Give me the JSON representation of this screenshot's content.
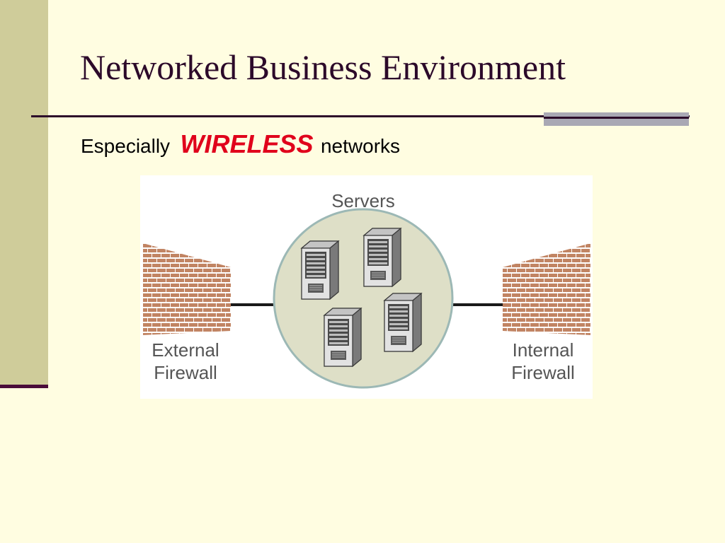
{
  "slide": {
    "title": "Networked Business Environment",
    "subtitle": {
      "lead": "Especially",
      "emphasis": "WIRELESS",
      "tail": "networks"
    }
  },
  "diagram": {
    "servers_label": "Servers",
    "external_firewall": [
      "External",
      "Firewall"
    ],
    "internal_firewall": [
      "Internal",
      "Firewall"
    ]
  },
  "colors": {
    "background": "#fffde1",
    "sidebar": "#cfcc9a",
    "title": "#2c0a2a",
    "emphasis": "#e0001b",
    "brick": "#c18463",
    "server_circle": "#dedfc7"
  }
}
